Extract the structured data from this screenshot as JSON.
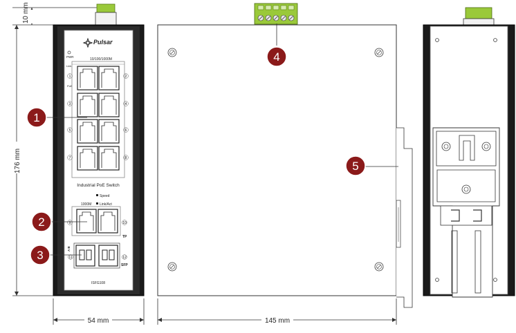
{
  "dimensions": {
    "height_top": "10 mm",
    "height_total": "176 mm",
    "width_front": "54 mm",
    "depth_side": "145 mm"
  },
  "front_panel": {
    "brand": "Pulsar",
    "pwr": "PWR",
    "link": "Link",
    "poe": "PoE",
    "port_group": "10/100/1000M",
    "product_name": "Industrial PoE Switch",
    "speed": "Speed",
    "speed_value": "1000M",
    "link_act": "Link/Act",
    "tp": "TP",
    "ab": "A B",
    "sfp": "SFP",
    "model": "ISFG108",
    "port_numbers_left": [
      "1",
      "3",
      "5",
      "7"
    ],
    "port_numbers_right": [
      "2",
      "4",
      "6",
      "8"
    ],
    "tp_left": "9",
    "tp_right": "10",
    "sfp_left": "11",
    "sfp_right": "12"
  },
  "callouts": [
    "1",
    "2",
    "3",
    "4",
    "5"
  ],
  "colors": {
    "callout": "#8b1a1a",
    "terminal": "#9ac93a",
    "outline": "#222222",
    "dim_line": "#333333"
  }
}
